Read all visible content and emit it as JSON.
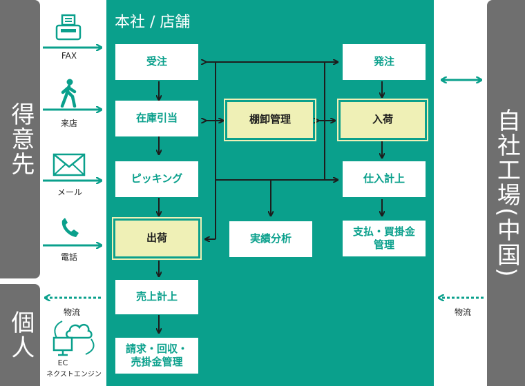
{
  "panel_title": "本社 / 店舗",
  "left_top_label": "得意先",
  "left_bottom_label": "個人",
  "right_label": "自社工場(中国)",
  "channels": {
    "fax": "FAX",
    "store": "来店",
    "mail": "メール",
    "phone": "電話",
    "logistics_out": "物流",
    "ec": "EC",
    "ec_engine": "ネクストエンジン",
    "logistics_in": "物流"
  },
  "process": {
    "order_receipt": "受注",
    "inventory_allocation": "在庫引当",
    "picking": "ピッキング",
    "shipping": "出荷",
    "sales_posting": "売上計上",
    "billing": "請求・回収・売掛金管理",
    "inventory_management": "棚卸管理",
    "performance_analysis": "実績分析",
    "ordering": "発注",
    "receiving": "入荷",
    "purchase_posting": "仕入計上",
    "payment": "支払・買掛金管理"
  },
  "colors": {
    "panel": "#0aa08c",
    "sidebar": "#6f6f6f",
    "highlight_box": "#eff0b6",
    "arrow_dark": "#1d1d1d"
  }
}
